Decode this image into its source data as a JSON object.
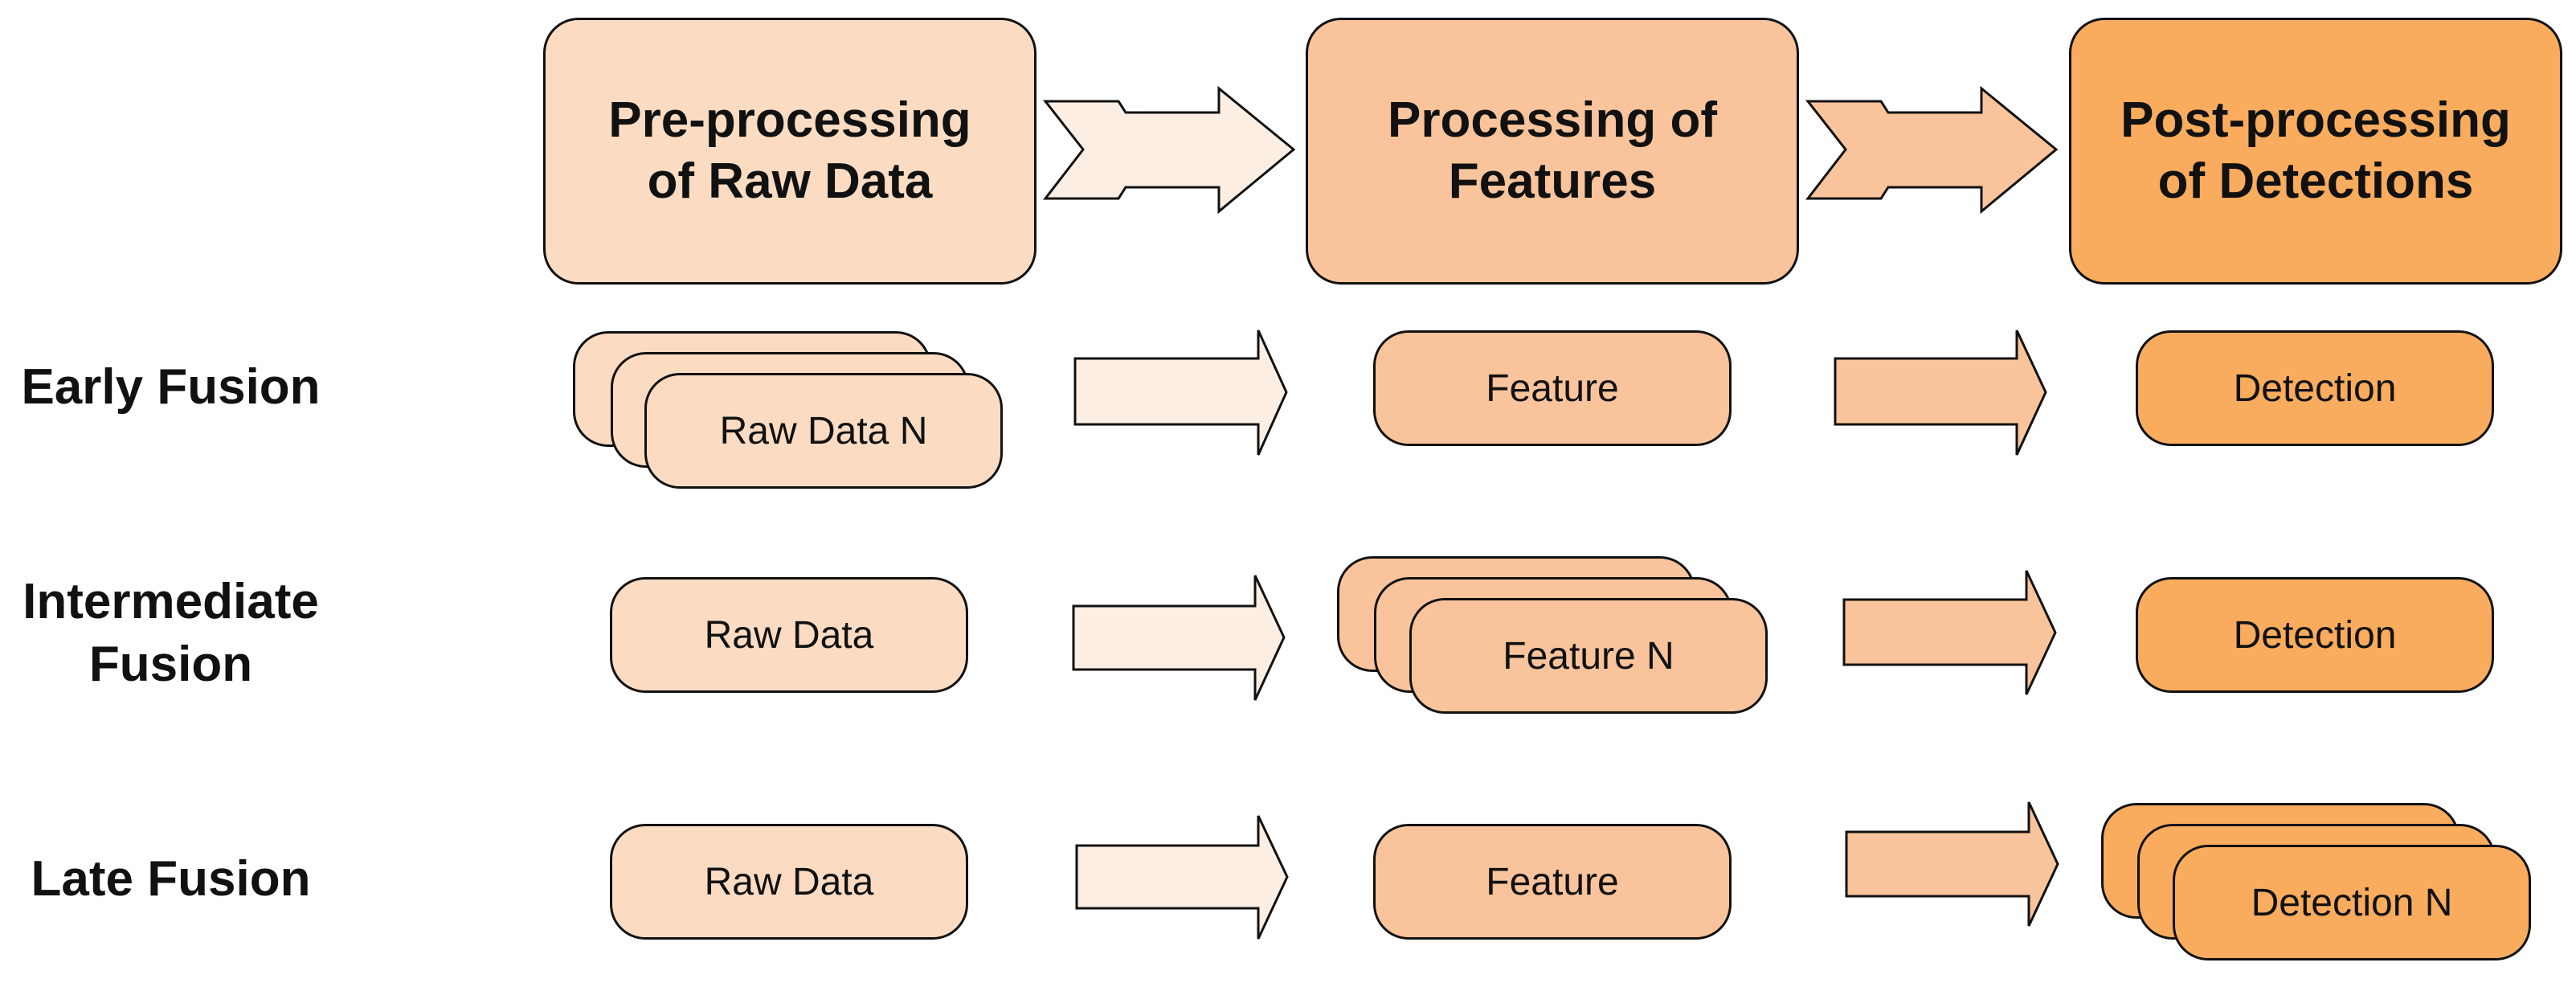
{
  "headers": {
    "preprocessing": "Pre-processing\nof Raw Data",
    "processing": "Processing of\nFeatures",
    "postprocessing": "Post-processing\nof Detections"
  },
  "rows": {
    "early": {
      "label": "Early Fusion",
      "stage1": "Raw Data N",
      "stage2": "Feature",
      "stage3": "Detection"
    },
    "intermediate": {
      "label": "Intermediate\nFusion",
      "stage1": "Raw Data",
      "stage2": "Feature N",
      "stage3": "Detection"
    },
    "late": {
      "label": "Late Fusion",
      "stage1": "Raw Data",
      "stage2": "Feature",
      "stage3": "Detection N"
    }
  },
  "colors": {
    "stage1_fill": "#fbdcc3",
    "stage2_fill": "#f9c49b",
    "stage3_fill": "#f9ac5d",
    "arrow1_fill": "#fdeee3",
    "arrow2_fill": "#f9c49b",
    "outline": "#111111"
  }
}
